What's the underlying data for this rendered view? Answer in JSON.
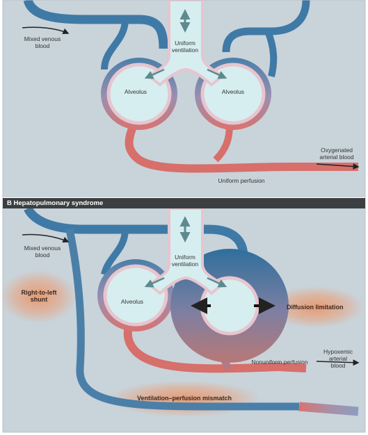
{
  "colors": {
    "panel_bg": "#c9d3da",
    "venous_blue": "#4a7fa8",
    "arterial_red": "#d9736e",
    "alveolus_fill": "#d6eef0",
    "tissue_pink": "#e7c5cf",
    "hypoxemic_gray": "#9a9fb8",
    "glow_orange": "#e8a07a",
    "header_bar": "#3c3f41"
  },
  "panel_a": {
    "mixed_venous_label_1": "Mixed venous",
    "mixed_venous_label_2": "blood",
    "ventilation_label_1": "Uniform",
    "ventilation_label_2": "ventilation",
    "alveolus_left": "Alveolus",
    "alveolus_right": "Alveolus",
    "oxygenated_label_1": "Oxygenated",
    "oxygenated_label_2": "arterial blood",
    "perfusion_label": "Uniform perfusion"
  },
  "panel_b": {
    "header": "B  Hepatopulmonary syndrome",
    "mixed_venous_label_1": "Mixed venous",
    "mixed_venous_label_2": "blood",
    "ventilation_label_1": "Uniform",
    "ventilation_label_2": "ventilation",
    "alveolus_left": "Alveolus",
    "shunt_label_1": "Right-to-left",
    "shunt_label_2": "shunt",
    "diffusion_label": "Diffusion limitation",
    "nonuniform_label": "Nonuniform perfusion",
    "hypoxemic_label_1": "Hypoxemic",
    "hypoxemic_label_2": "arterial",
    "hypoxemic_label_3": "blood",
    "mismatch_label": "Ventilation–perfusion mismatch"
  }
}
